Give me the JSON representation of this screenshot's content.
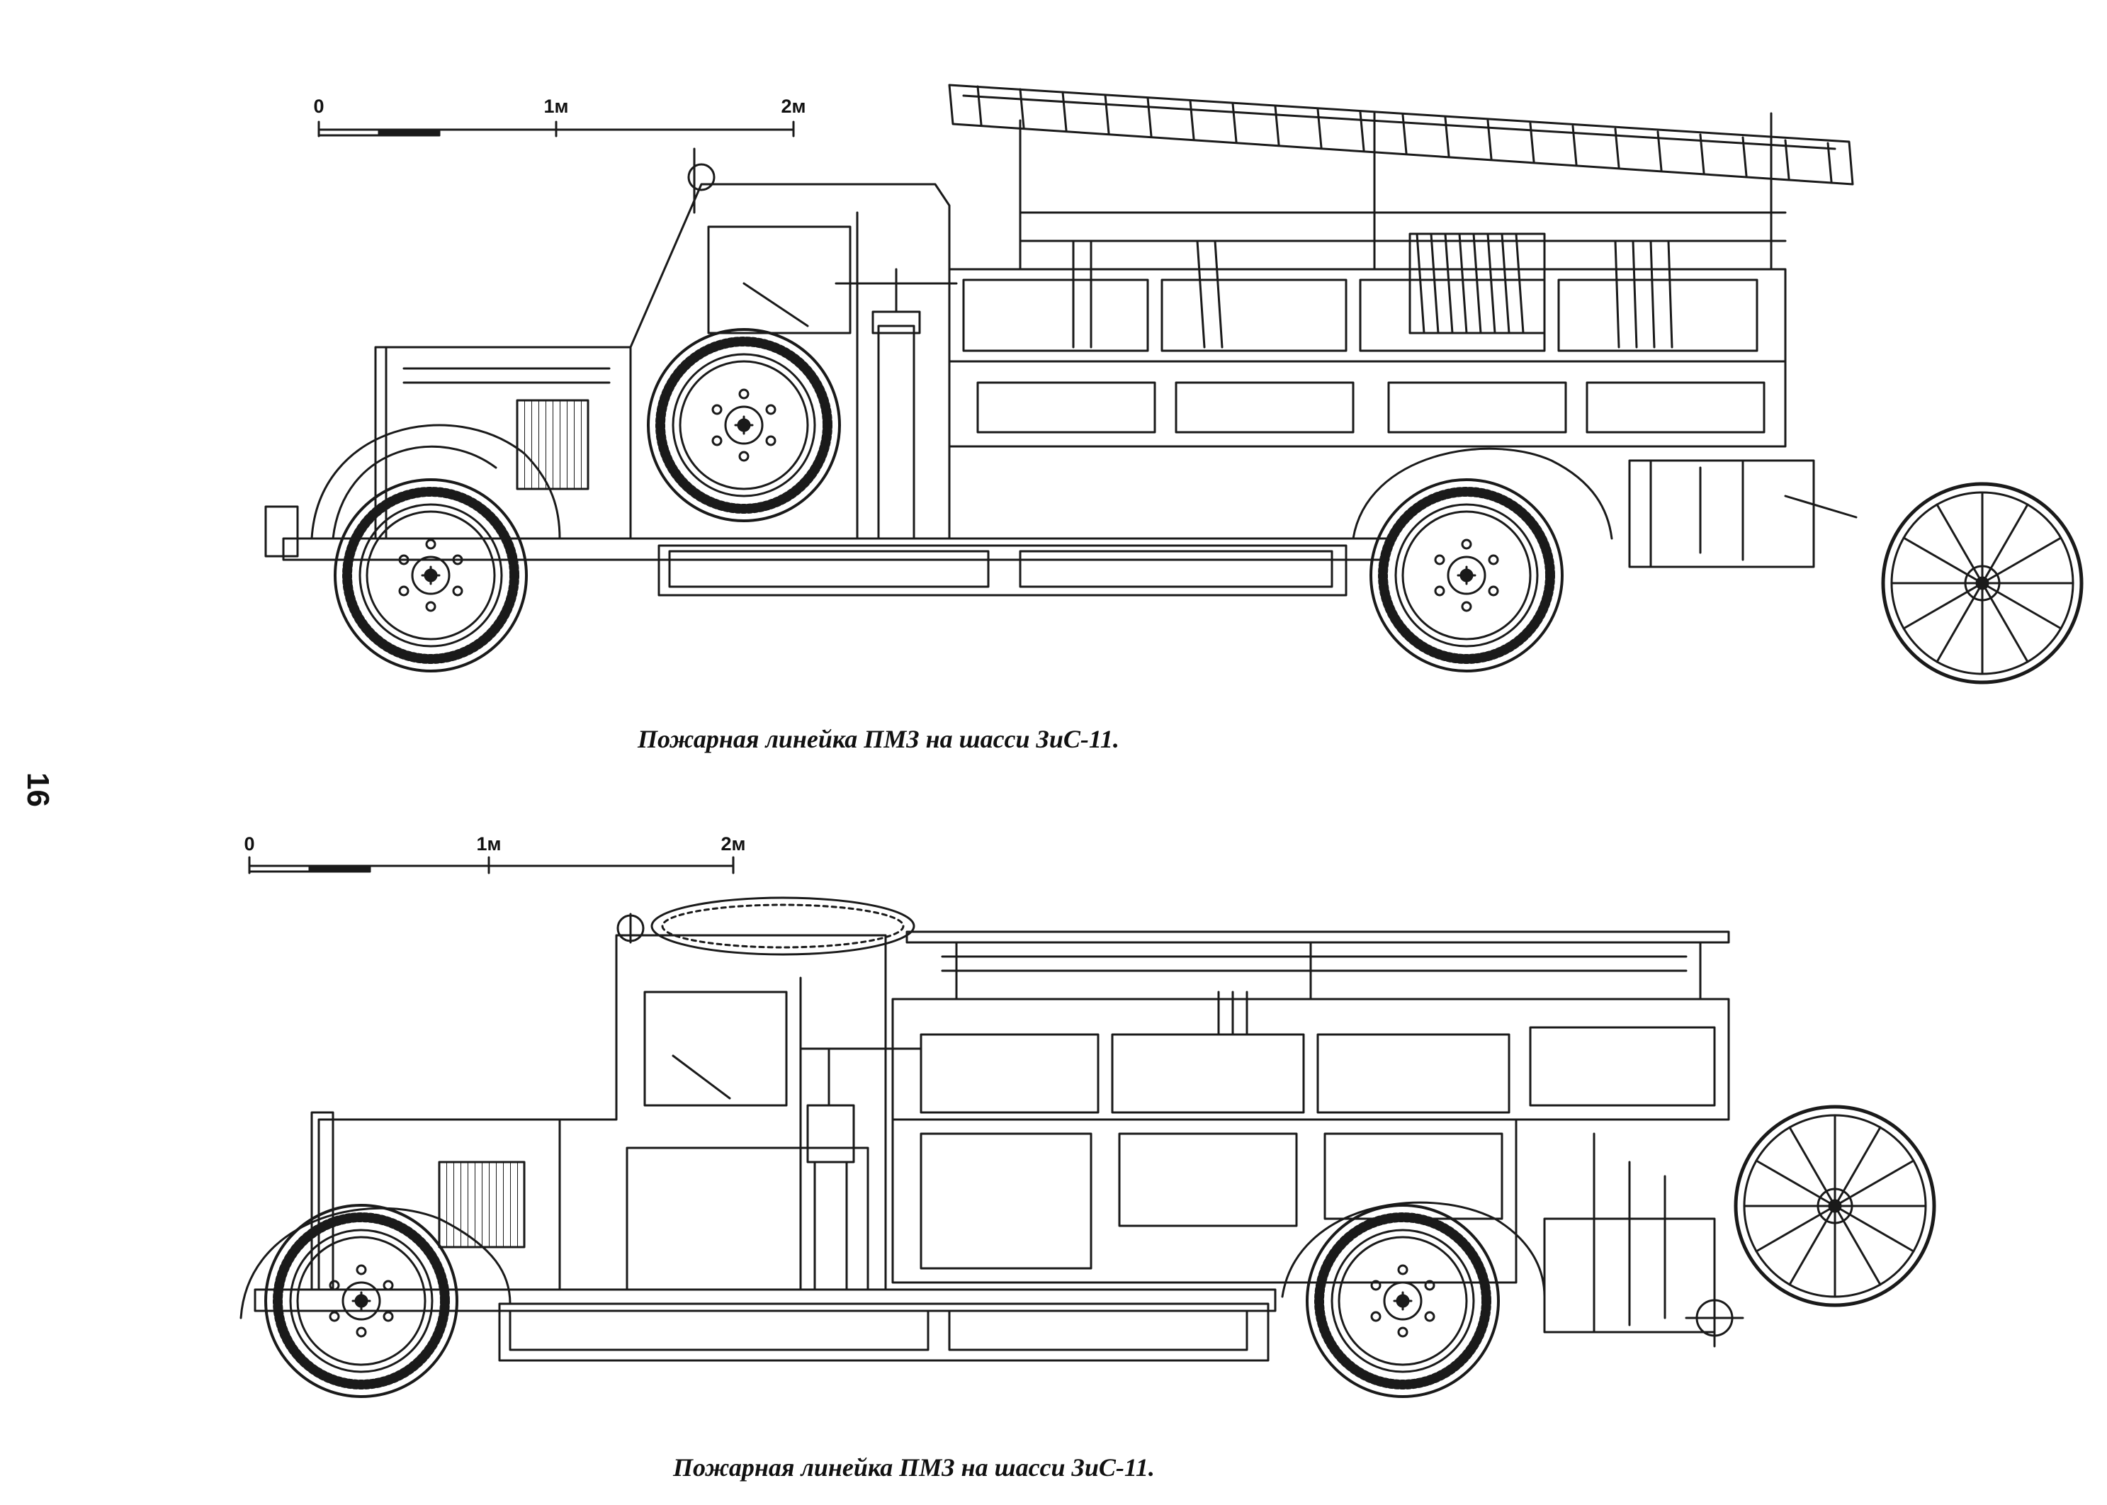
{
  "page_number": "16",
  "figures": [
    {
      "caption": "Пожарная линейка ПМЗ на шасси ЗиС-11.",
      "scale_labels": [
        "0",
        "1м",
        "2м"
      ]
    },
    {
      "caption": "Пожарная линейка ПМЗ на шасси ЗиС-11.",
      "scale_labels": [
        "0",
        "1м",
        "2м"
      ]
    }
  ]
}
